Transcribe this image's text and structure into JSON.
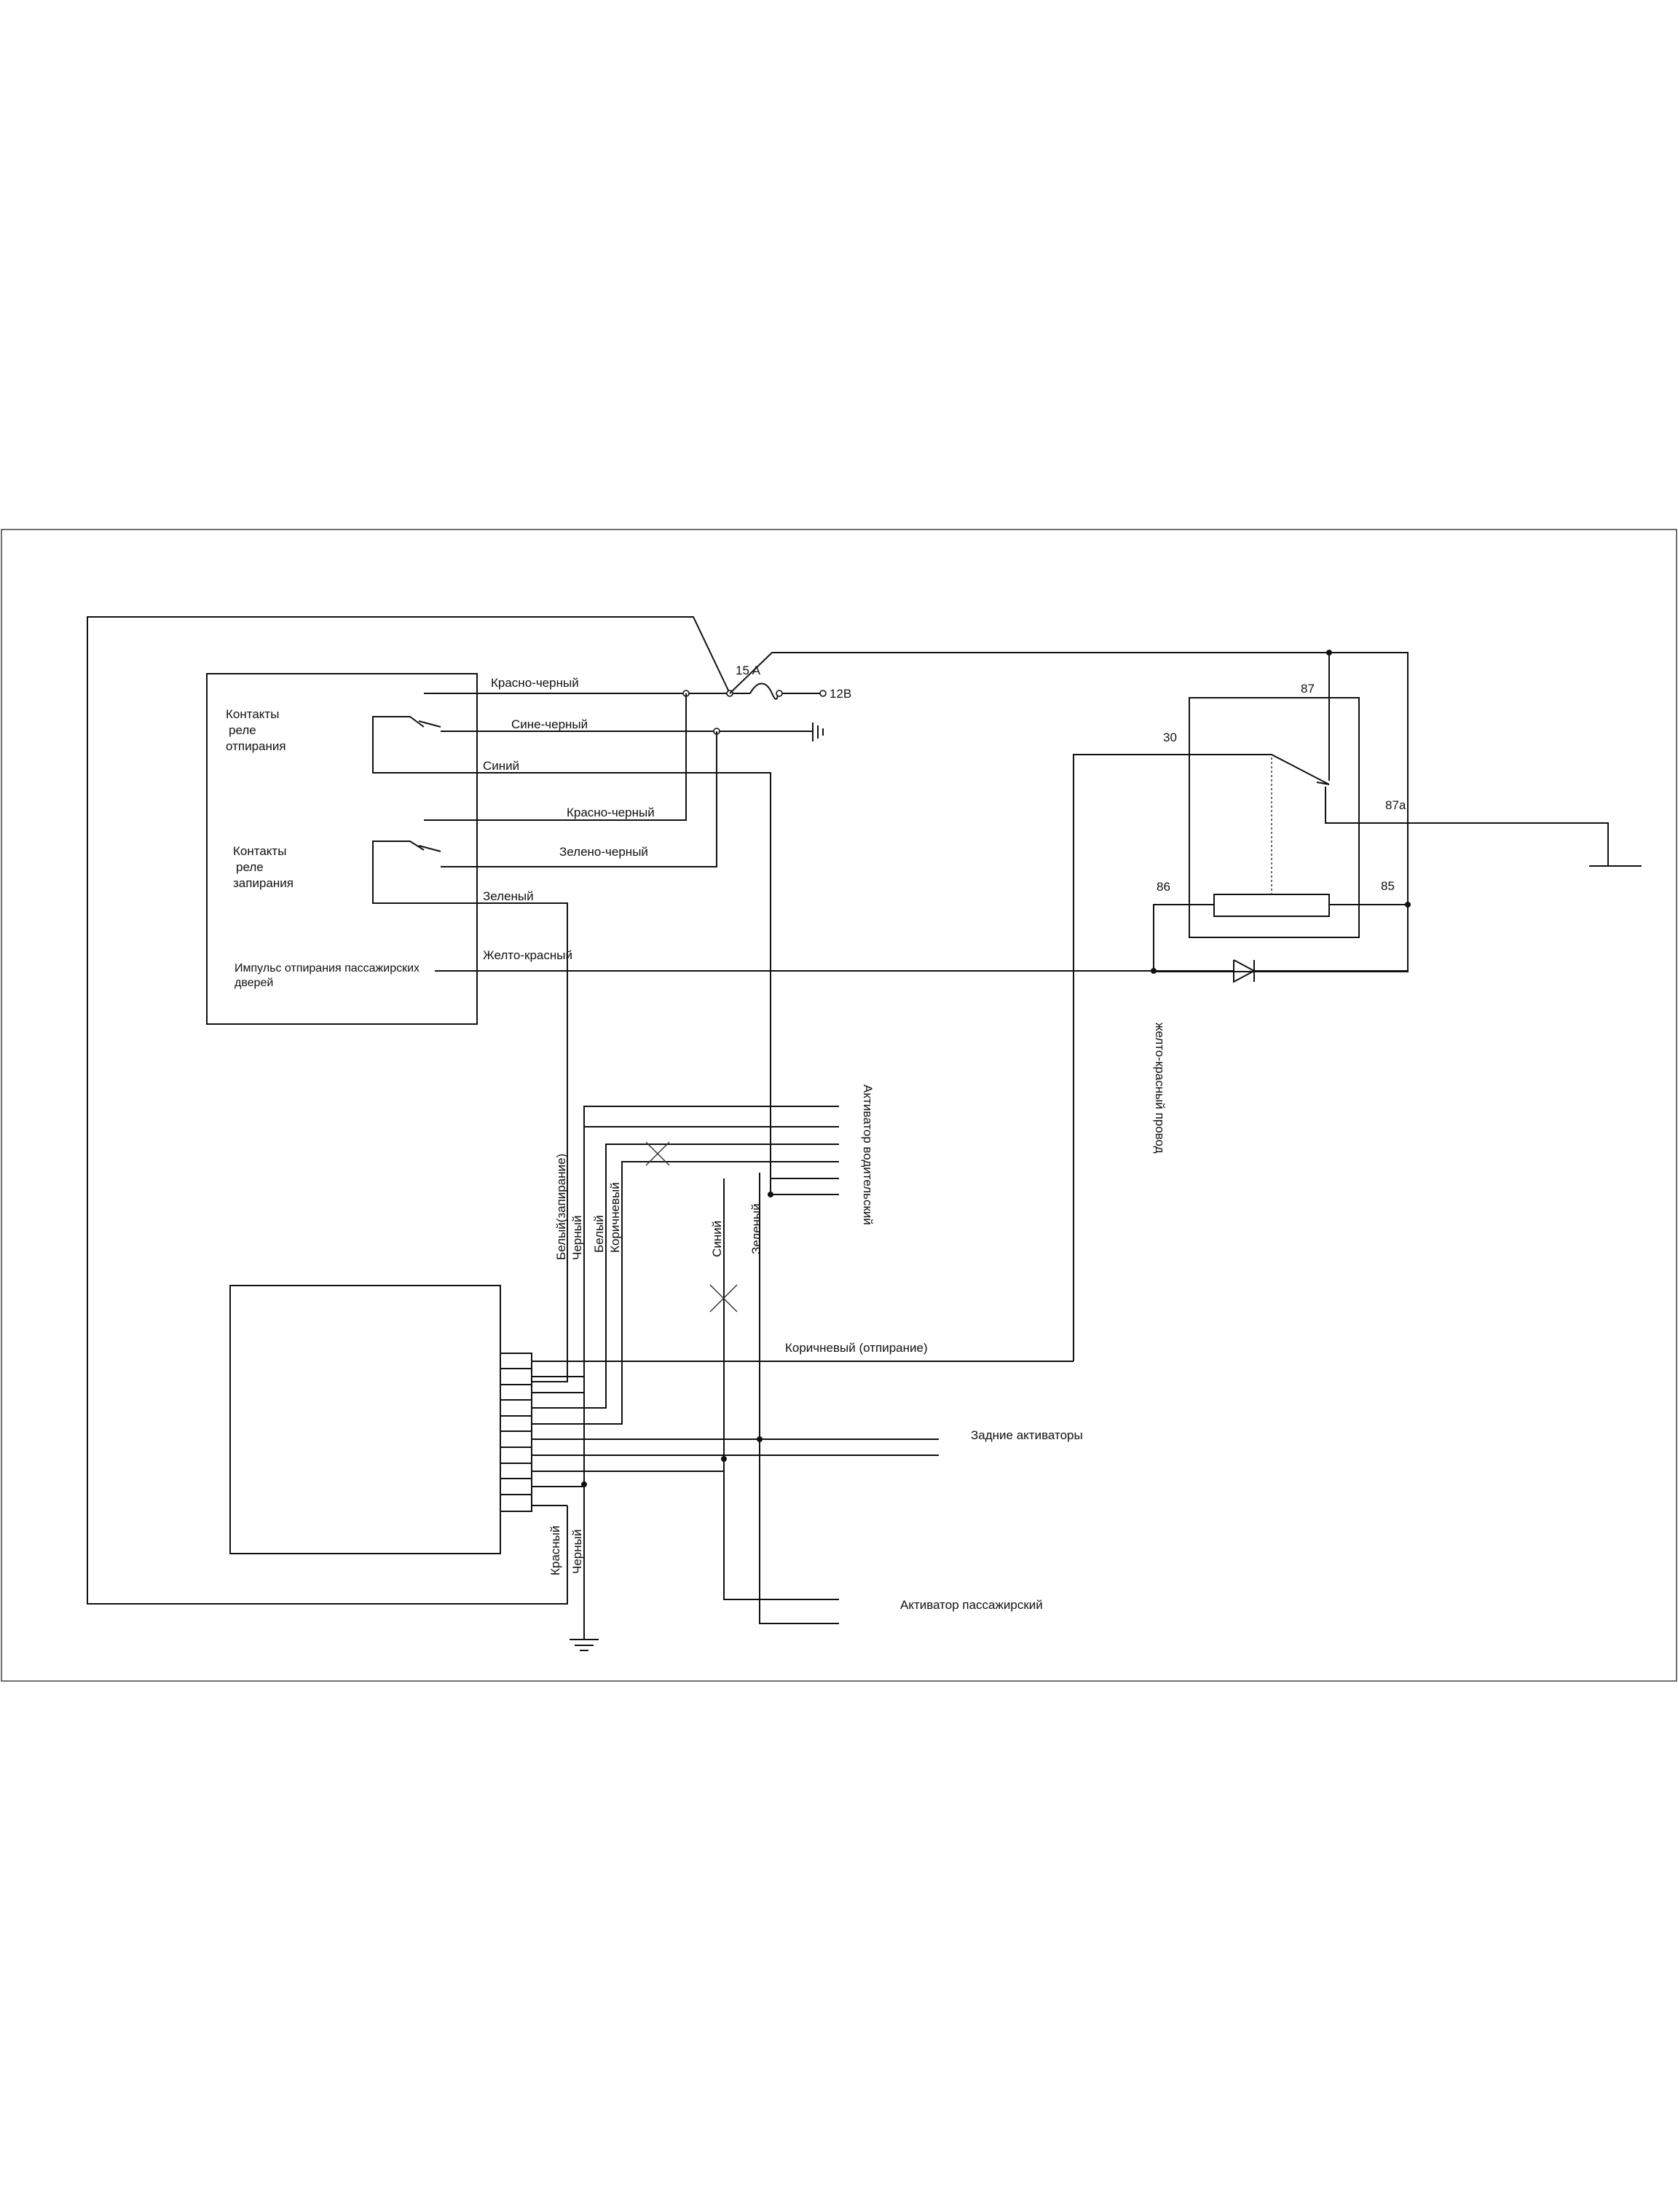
{
  "labels": {
    "unlock_contacts": [
      "Контакты",
      "реле",
      "отпирания"
    ],
    "lock_contacts": [
      "Контакты",
      "реле",
      "запирания"
    ],
    "impulse": [
      "Импульс отпирания пассажирских",
      "дверей"
    ],
    "wire_red_black_top": "Красно-черный",
    "wire_blue_black": "Сине-черный",
    "wire_blue": "Синий",
    "wire_red_black_mid": "Красно-черный",
    "wire_green_black": "Зелено-черный",
    "wire_green": "Зеленый",
    "wire_yellow_red": "Желто-красный",
    "fuse": "15 A",
    "supply": "12В",
    "relay_30": "30",
    "relay_87": "87",
    "relay_87a": "87a",
    "relay_86": "86",
    "relay_85": "85",
    "yellow_red_wire": "желто-красный провод",
    "driver_actuator": "Активатор водительский",
    "white_lock": "Белый(запирание)",
    "black_1": "Черный",
    "white": "Белый",
    "brown": "Коричневый",
    "blue_2": "Синий",
    "green_2": "Зеленый",
    "brown_unlock": "Коричневый (отпирание)",
    "rear_actuators": "Задние активаторы",
    "passenger_actuator": "Активатор пассажирский",
    "red": "Красный",
    "black_2": "Черный"
  }
}
